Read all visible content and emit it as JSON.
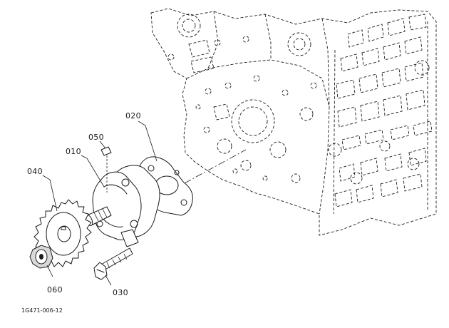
{
  "diagram": {
    "callouts": [
      {
        "id": "020",
        "text": "020"
      },
      {
        "id": "050",
        "text": "050"
      },
      {
        "id": "010",
        "text": "010"
      },
      {
        "id": "040",
        "text": "040"
      },
      {
        "id": "060",
        "text": "060"
      },
      {
        "id": "030",
        "text": "030"
      }
    ],
    "document_id": "1G471-006-12"
  }
}
